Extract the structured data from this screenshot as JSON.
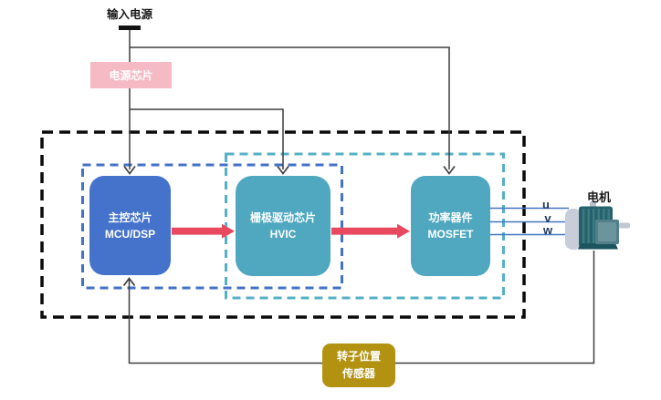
{
  "diagram": {
    "input_power_label": "输入电源",
    "power_chip_label": "电源芯片",
    "blocks": {
      "mcu": {
        "line1": "主控芯片",
        "line2": "MCU/DSP"
      },
      "gate_driver": {
        "line1": "栅极驱动芯片",
        "line2": "HVIC"
      },
      "power_device": {
        "line1": "功率器件",
        "line2": "MOSFET"
      }
    },
    "motor_label": "电机",
    "phases": [
      "u",
      "v",
      "w"
    ],
    "sensor": {
      "line1": "转子位置",
      "line2": "传感器"
    },
    "colors": {
      "mcu_fill": "#4573CB",
      "chip_fill": "#4FA8BF",
      "power_chip_fill": "#F5BAC4",
      "sensor_fill": "#B29210",
      "arrow_red": "#E8495E",
      "dashed_outer": "#0A0A0A",
      "dashed_blue": "#4472C4",
      "dashed_teal": "#55B0C6",
      "phase_line": "#4472C4",
      "connector": "#3F3F3F",
      "motor_body": "#25626B",
      "motor_cap": "#C7CDD9"
    }
  }
}
